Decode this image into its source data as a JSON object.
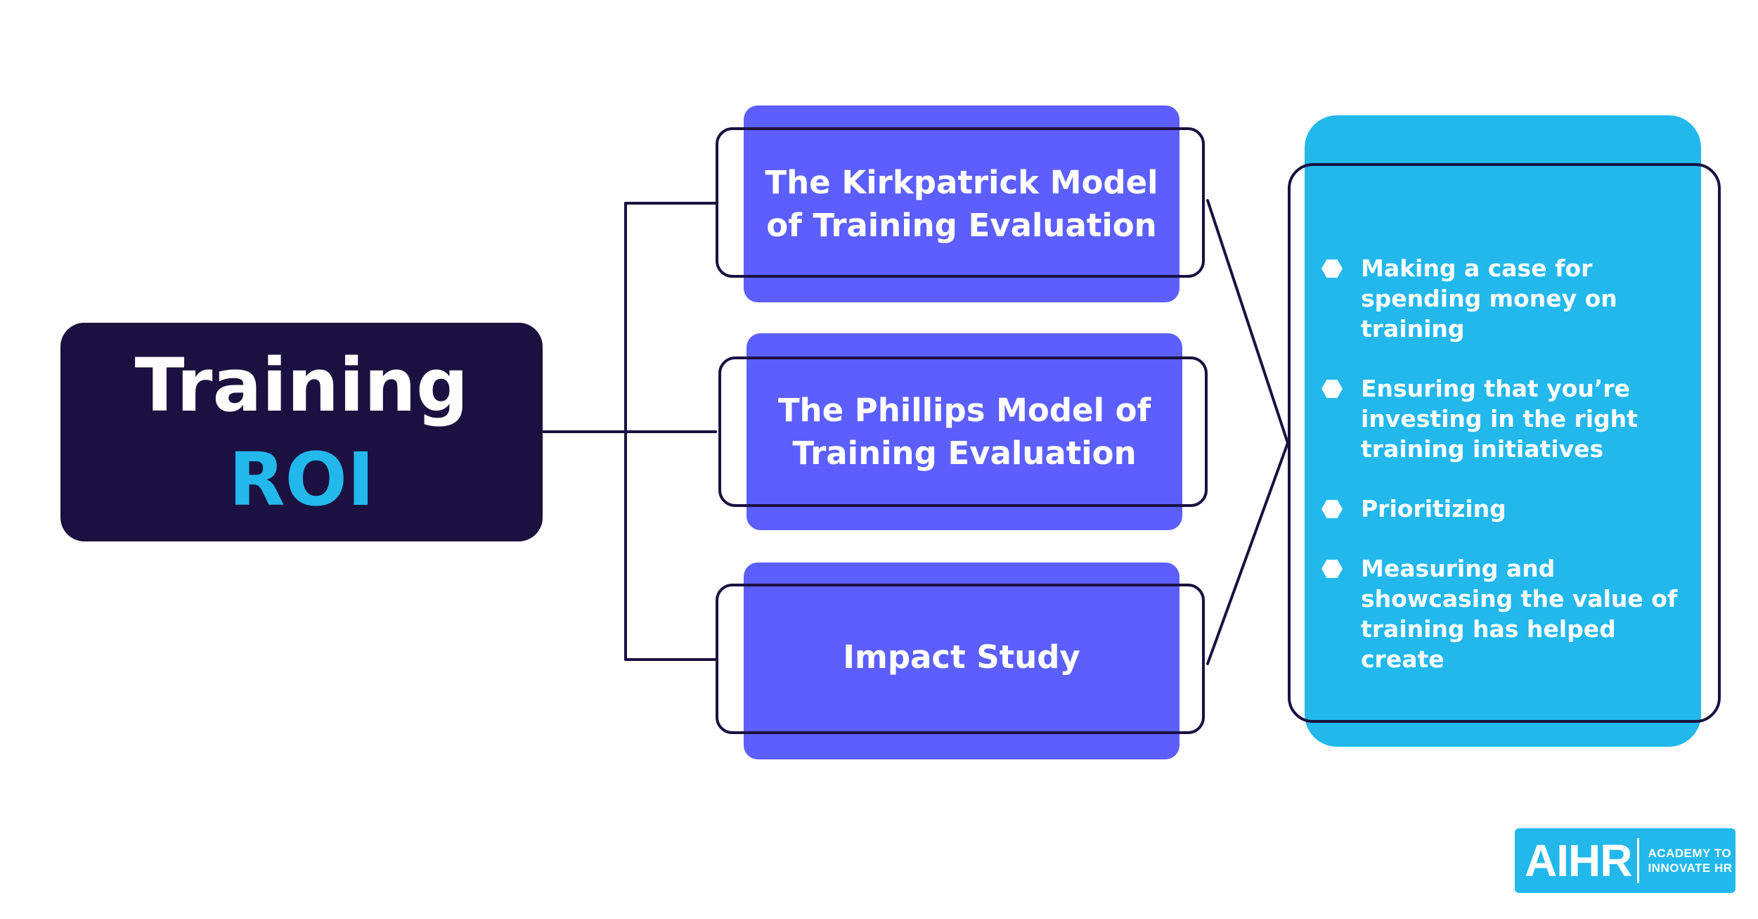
{
  "root": {
    "line1": "Training",
    "line2": "ROI"
  },
  "models": [
    {
      "label": "The Kirkpatrick Model of Training Evaluation"
    },
    {
      "label": "The Phillips Model of Training Evaluation"
    },
    {
      "label": "Impact Study"
    }
  ],
  "benefits": [
    {
      "text": "Making a case for spending money on training"
    },
    {
      "text": "Ensuring that you’re investing in the right training initiatives"
    },
    {
      "text": "Prioritizing"
    },
    {
      "text": "Measuring and showcasing the value of training has helped create"
    }
  ],
  "logo": {
    "mark": "AIHR",
    "tagline_line1": "ACADEMY TO",
    "tagline_line2": "INNOVATE HR"
  },
  "colors": {
    "dark_navy": "#1a1140",
    "purple": "#5c5ffe",
    "cyan": "#22b8ec",
    "white": "#ffffff"
  }
}
